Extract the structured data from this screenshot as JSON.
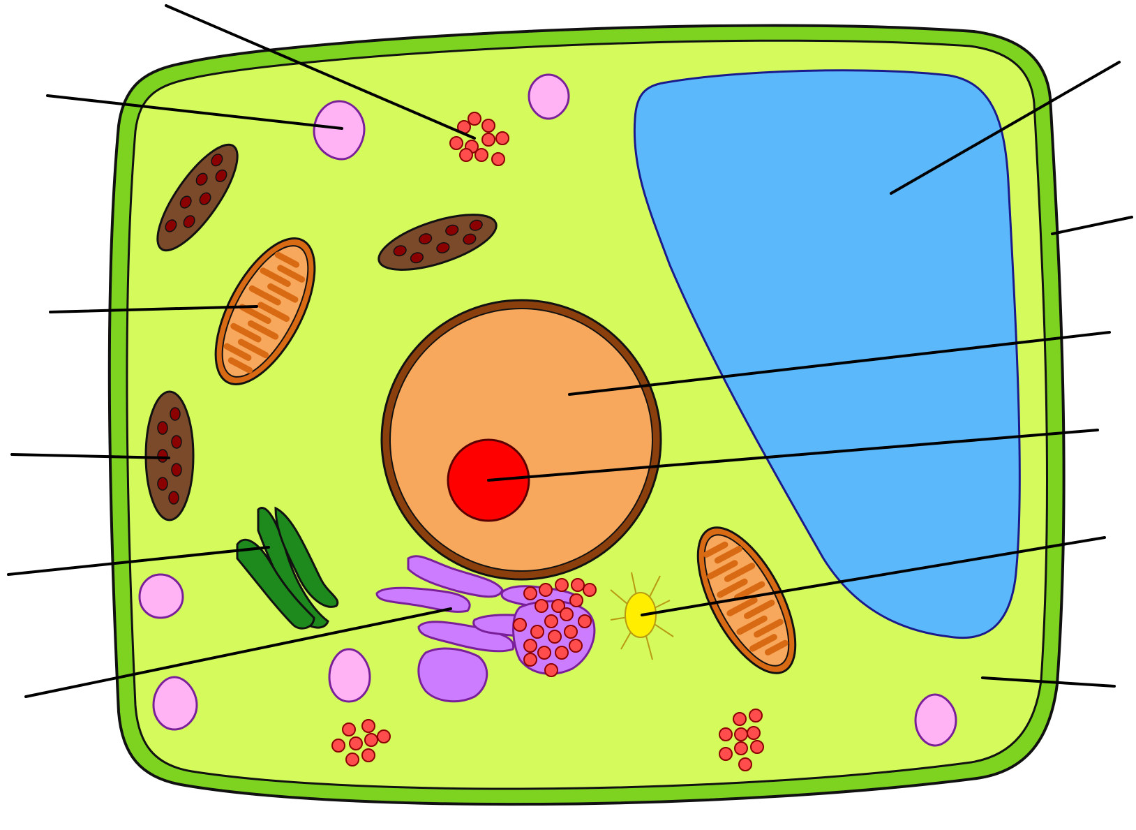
{
  "diagram": {
    "type": "plant-cell",
    "labels_text": [
      "",
      "",
      "",
      "",
      "",
      "",
      "",
      "",
      "",
      "",
      "",
      "",
      ""
    ],
    "colors": {
      "cell_wall": "#7ed321",
      "cytoplasm": "#d4fa5c",
      "vacuole": "#5bb8fb",
      "vacuole_border": "#1a1a8c",
      "nucleus": "#f7a85c",
      "nucleus_border": "#8a3f0d",
      "nucleolus": "#ff0000",
      "chloroplast": "#7a4a2a",
      "chloroplast_spots": "#8b0000",
      "mitochondrion": "#f7a85c",
      "mitochondrion_border": "#d96a14",
      "golgi": "#cc7dff",
      "golgi_border": "#7a1f9a",
      "ribosome": "#ff4d4d",
      "er_green": "#1e8a1e",
      "vesicle": "#ffb3f5",
      "vesicle_border": "#7a1f9a",
      "centrosome": "#ffee00",
      "leader_line": "#000000"
    },
    "structures": [
      "cell-wall",
      "cell-membrane",
      "cytoplasm",
      "central-vacuole",
      "nucleus",
      "nucleolus",
      "chloroplast",
      "mitochondrion",
      "golgi-apparatus",
      "endoplasmic-reticulum",
      "ribosome",
      "vesicle",
      "centrosome"
    ]
  }
}
